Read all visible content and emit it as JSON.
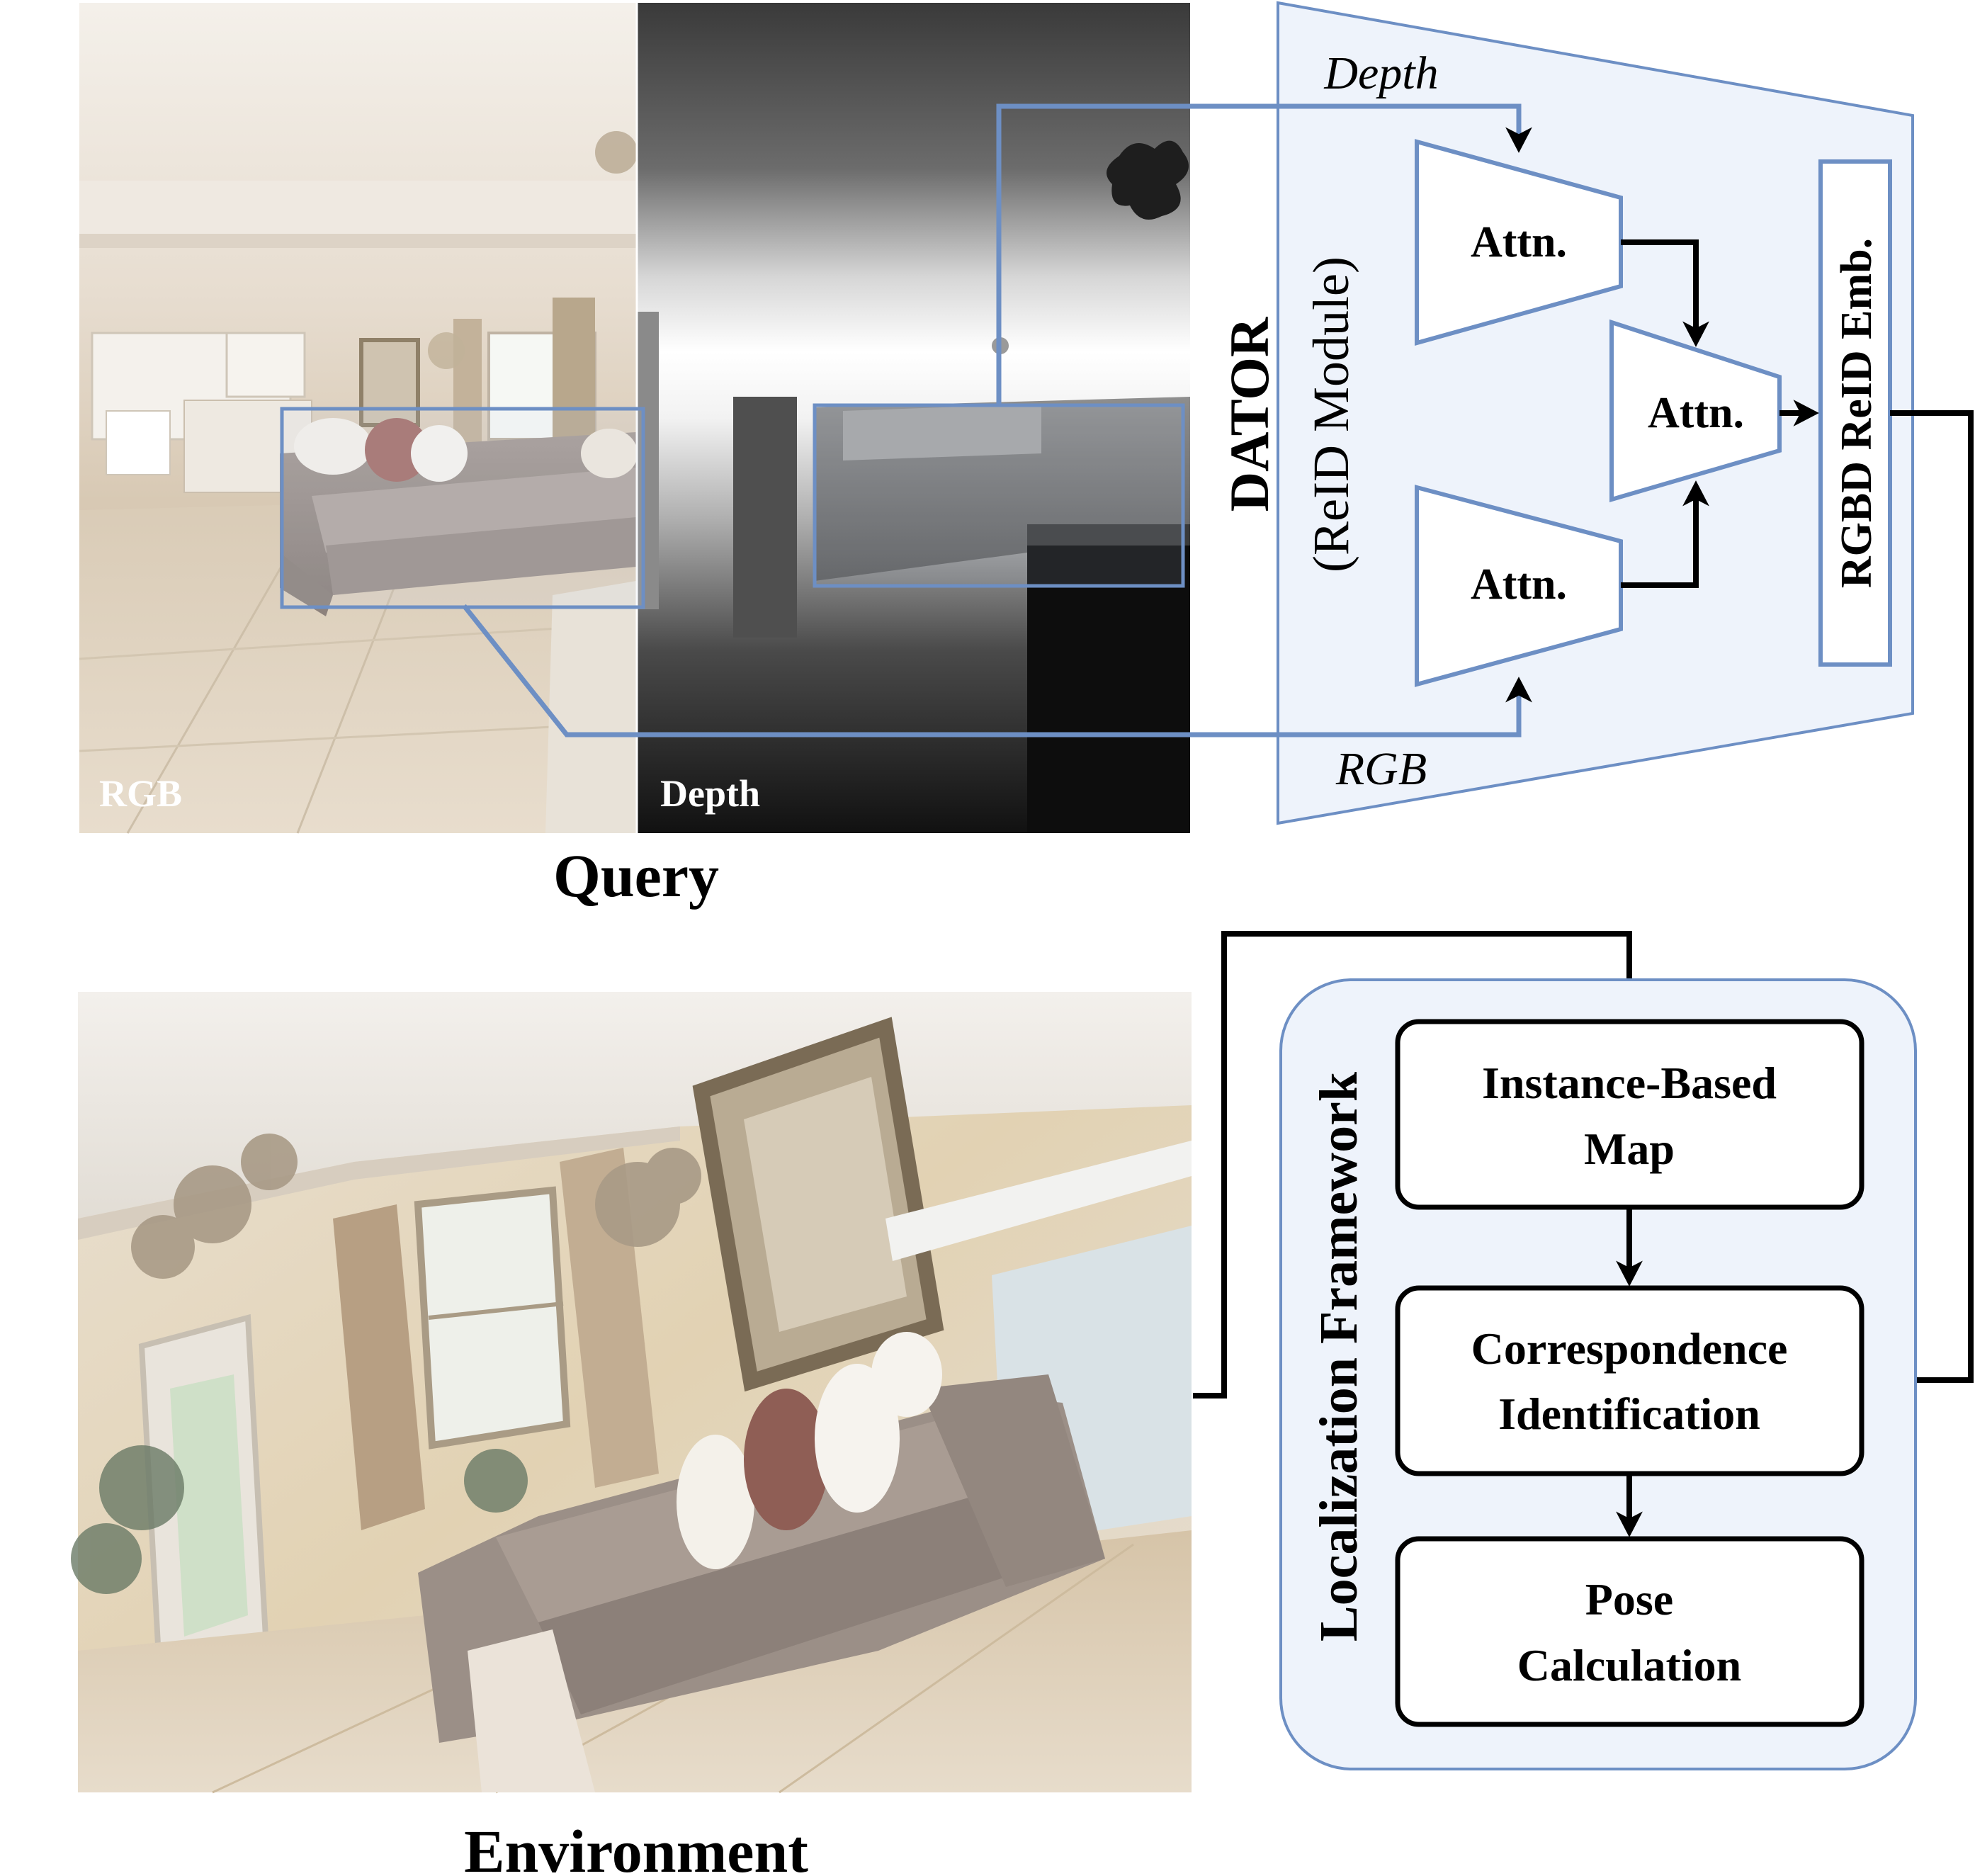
{
  "query": {
    "caption": "Query",
    "rgb_label": "RGB",
    "depth_label": "Depth"
  },
  "environment": {
    "caption": "Environment"
  },
  "dator": {
    "title": "DATOR",
    "subtitle": "(ReID Module)",
    "depth_input_label": "Depth",
    "rgb_input_label": "RGB",
    "attn_depth": "Attn.",
    "attn_rgb": "Attn.",
    "attn_fusion": "Attn.",
    "embedding_label": "RGBD ReID Emb."
  },
  "localization": {
    "title": "Localization Framework",
    "steps": [
      {
        "line1": "Instance-Based",
        "line2": "Map"
      },
      {
        "line1": "Correspondence",
        "line2": "Identification"
      },
      {
        "line1": "Pose",
        "line2": "Calculation"
      }
    ]
  },
  "colors": {
    "accent_blue": "#6d8fc4",
    "panel_fill": "#eef3fb",
    "arrow_black": "#000000"
  }
}
